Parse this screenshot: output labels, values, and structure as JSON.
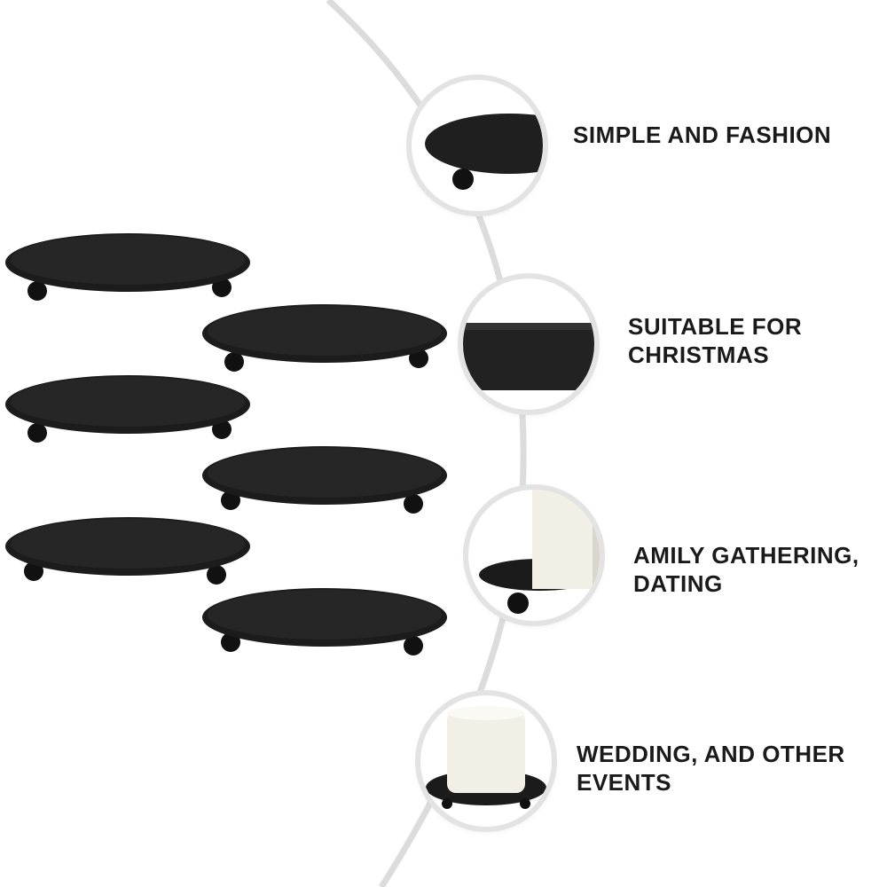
{
  "features": [
    {
      "line1": "SIMPLE AND FASHION",
      "line2": "",
      "icon": "plate-edge-closeup"
    },
    {
      "line1": "SUITABLE FOR",
      "line2": "CHRISTMAS",
      "icon": "plate-surface-closeup"
    },
    {
      "line1": "AMILY GATHERING,",
      "line2": "DATING",
      "icon": "candle-on-plate-closeup"
    },
    {
      "line1": "WEDDING, AND OTHER",
      "line2": "EVENTS",
      "icon": "pillar-candle-closeup"
    }
  ],
  "colors": {
    "plate": "#161616",
    "ring": "#e3e3e3",
    "text": "#1a1a1a",
    "candle": "#f1efe6"
  }
}
